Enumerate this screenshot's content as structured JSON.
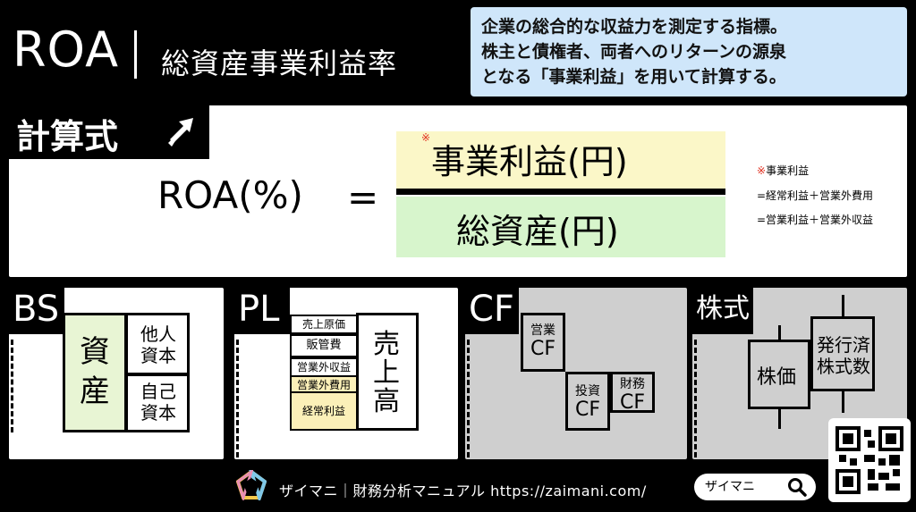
{
  "header": {
    "title": "ROA",
    "subtitle": "総資産事業利益率",
    "description": [
      "企業の総合的な収益力を測定する指標。",
      "株主と債権者、両者へのリターンの源泉",
      "となる「事業利益」を用いて計算する。"
    ]
  },
  "formula": {
    "label": "計算式",
    "lhs": "ROA(%)",
    "equals": "=",
    "numerator": "事業利益(円)",
    "numerator_mark": "※",
    "denominator": "総資産(円)",
    "notes": {
      "mark": "※",
      "title": "事業利益",
      "line1": "=経常利益＋営業外費用",
      "line2": "=営業利益＋営業外収益"
    }
  },
  "bs": {
    "tab": "BS",
    "assets": "資産",
    "liabilities": "他人資本",
    "equity": "自己資本"
  },
  "pl": {
    "tab": "PL",
    "rows": [
      "売上原価",
      "販管費",
      "営業外収益",
      "営業外費用",
      "経常利益"
    ],
    "sales": "売上高"
  },
  "cf": {
    "tab": "CF",
    "operating": "営業",
    "investing": "投資",
    "financing": "財務",
    "suffix": "CF"
  },
  "stock": {
    "tab": "株式",
    "price": "株価",
    "shares": "発行済株式数"
  },
  "footer": {
    "text": "ザイマニ｜財務分析マニュアル  https://zaimani.com/",
    "search_text": "ザイマニ"
  },
  "colors": {
    "numerator_bg": "#fbf7c8",
    "denominator_bg": "#d7f5cc",
    "description_bg": "#cfe6fa",
    "note_mark": "#e03020"
  },
  "icons": {
    "arrow": "arrow-up-right-icon",
    "search": "search-icon",
    "logo": "pentagon-logo-icon",
    "qr": "qr-code-icon"
  }
}
